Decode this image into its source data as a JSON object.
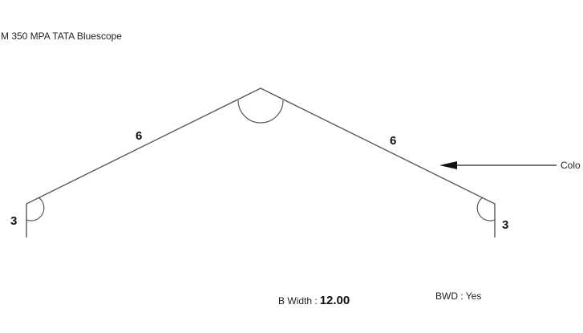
{
  "header": {
    "material_spec": "M 350 MPA TATA Bluescope"
  },
  "profile": {
    "dimensions": {
      "left_return": "3",
      "left_slope": "6",
      "right_slope": "6",
      "right_return": "3"
    },
    "colour_side_callout": "Colo",
    "stroke_color": "#555555",
    "text_color": "#111111"
  },
  "footer": {
    "width_label": "B Width :",
    "width_value": "12.00",
    "bwd_text": "BWD : Yes"
  }
}
